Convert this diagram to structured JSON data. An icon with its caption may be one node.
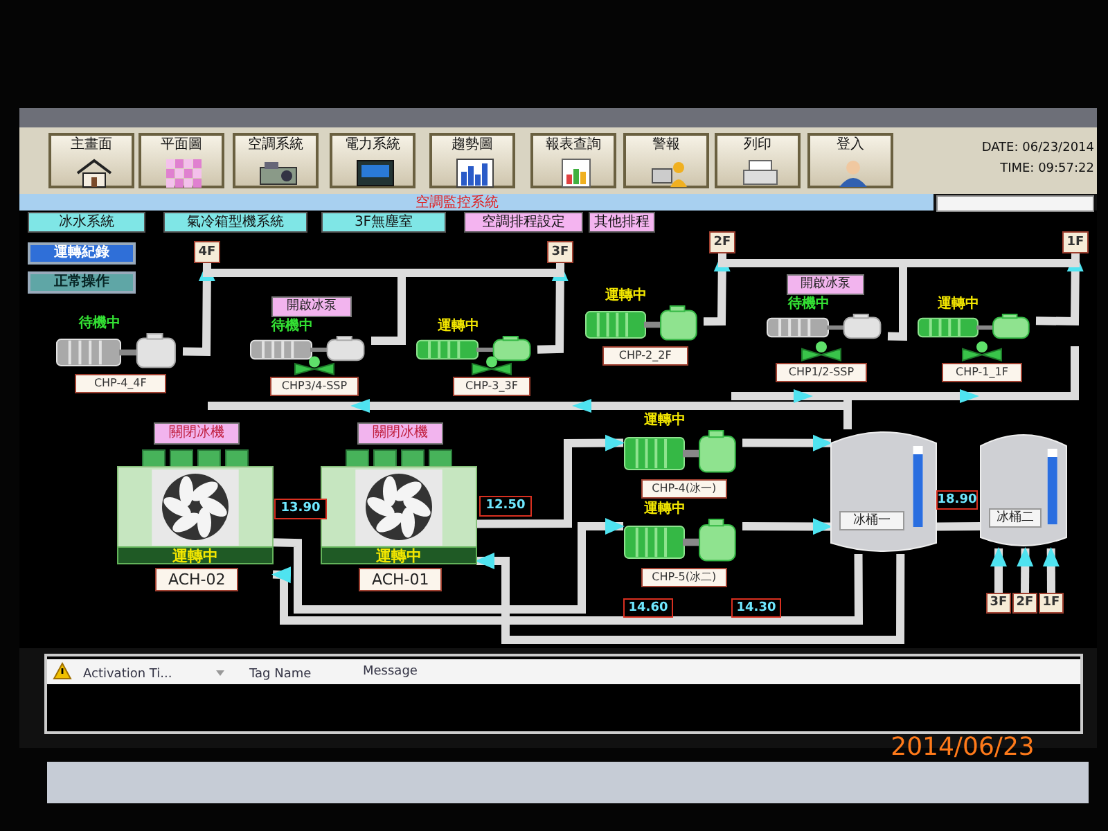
{
  "diagram": {
    "nodes": [
      {
        "text": [
          "主畫面"
        ]
      },
      {
        "text": [
          "平面圖"
        ]
      },
      {
        "text": [
          "空調系統"
        ]
      },
      {
        "text": [
          "電力系統"
        ]
      },
      {
        "text": [
          "趨勢圖"
        ]
      },
      {
        "text": [
          "報表查詢"
        ]
      },
      {
        "text": [
          "警報"
        ]
      },
      {
        "text": [
          "列印"
        ]
      },
      {
        "text": [
          "登入"
        ]
      },
      {
        "text": [
          "冰水系統"
        ]
      },
      {
        "text": [
          "氣冷箱型機系統"
        ]
      },
      {
        "text": [
          "3F無塵室"
        ]
      },
      {
        "text": [
          "空調排程設定"
        ]
      },
      {
        "text": [
          "其他排程"
        ]
      },
      {
        "text": [
          "運轉紀錄"
        ]
      },
      {
        "text": [
          "正常操作"
        ]
      },
      {
        "text": [
          "4F"
        ]
      },
      {
        "text": [
          "3F"
        ]
      },
      {
        "text": [
          "2F"
        ]
      },
      {
        "text": [
          "1F"
        ]
      },
      {
        "text": [
          "待機中",
          "CHP-4_4F"
        ]
      },
      {
        "text": [
          "開啟冰泵"
        ]
      },
      {
        "text": [
          "待機中"
        ]
      },
      {
        "text": [
          "CHP3/4-SSP"
        ]
      },
      {
        "text": [
          "運轉中"
        ]
      },
      {
        "text": [
          "CHP-3_3F"
        ]
      },
      {
        "text": [
          "運轉中",
          "CHP-2_2F"
        ]
      },
      {
        "text": [
          "開啟冰泵"
        ]
      },
      {
        "text": [
          "待機中"
        ]
      },
      {
        "text": [
          "CHP1/2-SSP"
        ]
      },
      {
        "text": [
          "運轉中"
        ]
      },
      {
        "text": [
          "CHP-1_1F"
        ]
      },
      {
        "text": [
          "關閉冰機",
          "運轉中",
          "ACH-02"
        ]
      },
      {
        "text": [
          "關閉冰機",
          "運轉中",
          "ACH-01"
        ]
      },
      {
        "text": [
          "13.90"
        ]
      },
      {
        "text": [
          "12.50"
        ]
      },
      {
        "text": [
          "運轉中",
          "CHP-4(冰一)"
        ]
      },
      {
        "text": [
          "運轉中",
          "CHP-5(冰二)"
        ]
      },
      {
        "text": [
          "冰桶一"
        ]
      },
      {
        "text": [
          "18.90"
        ]
      },
      {
        "text": [
          "冰桶二"
        ]
      },
      {
        "text": [
          "14.60"
        ]
      },
      {
        "text": [
          "14.30"
        ]
      },
      {
        "text": [
          "3F"
        ]
      },
      {
        "text": [
          "2F"
        ]
      },
      {
        "text": [
          "1F"
        ]
      }
    ],
    "edges": [
      {
        "from": 20,
        "to": 16,
        "arrow": "to"
      },
      {
        "from": 24,
        "to": 17,
        "arrow": "to"
      },
      {
        "from": 26,
        "to": 18,
        "arrow": "to"
      },
      {
        "from": 30,
        "to": 19,
        "arrow": "to"
      },
      {
        "from": 43,
        "to": 40,
        "arrow": "to"
      },
      {
        "from": 44,
        "to": 40,
        "arrow": "to"
      },
      {
        "from": 45,
        "to": 40,
        "arrow": "to"
      },
      {
        "from": 38,
        "to": 40,
        "arrow": "none"
      },
      {
        "from": 36,
        "to": 38,
        "arrow": "to"
      },
      {
        "from": 37,
        "to": 38,
        "arrow": "to"
      },
      {
        "from": 33,
        "to": 36,
        "arrow": "to"
      },
      {
        "from": 32,
        "to": 37,
        "arrow": "to"
      },
      {
        "from": 38,
        "to": 32,
        "arrow": "to"
      },
      {
        "from": 38,
        "to": 33,
        "arrow": "to"
      },
      {
        "from": 16,
        "to": 17,
        "arrow": "none"
      },
      {
        "from": 18,
        "to": 19,
        "arrow": "none"
      },
      {
        "from": 22,
        "to": 17,
        "arrow": "none"
      },
      {
        "from": 28,
        "to": 19,
        "arrow": "none"
      }
    ],
    "labels": [
      "DATE: 06/23/2014",
      "TIME: 09:57:22",
      "空調監控系統",
      "Activation Ti...",
      "Tag Name",
      "Message",
      "2014/06/23"
    ]
  }
}
